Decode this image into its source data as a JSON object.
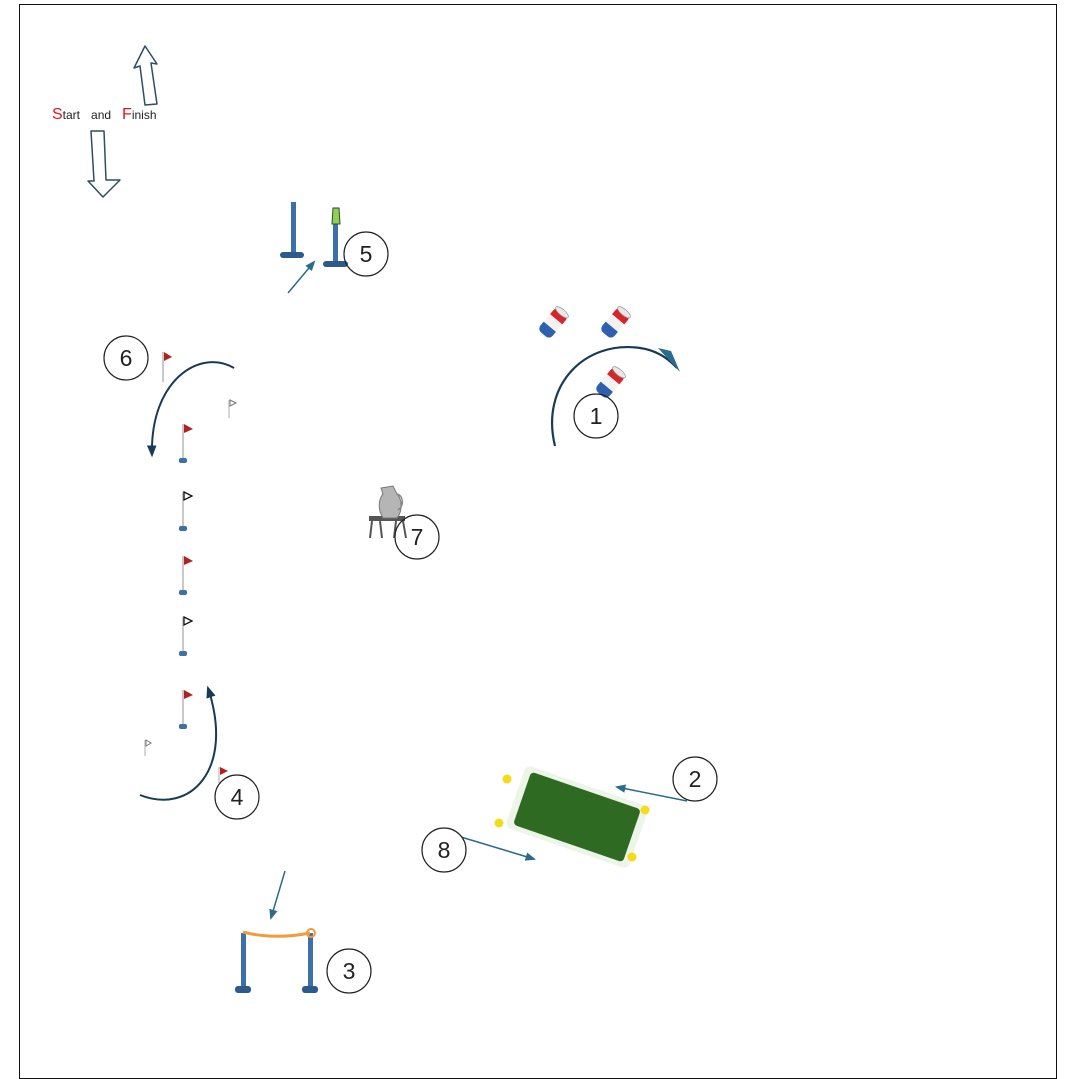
{
  "start_finish": {
    "start_initial": "S",
    "start_rest": "tart",
    "and": "and",
    "finish_initial": "F",
    "finish_rest": "inish"
  },
  "obstacles": [
    {
      "number": "1",
      "item": "barrels"
    },
    {
      "number": "2",
      "item": "green-mat"
    },
    {
      "number": "3",
      "item": "gate-with-rope"
    },
    {
      "number": "4",
      "item": "flag-poles"
    },
    {
      "number": "5",
      "item": "poles"
    },
    {
      "number": "6",
      "item": "flag-poles"
    },
    {
      "number": "7",
      "item": "jug-on-table"
    },
    {
      "number": "8",
      "item": "green-mat"
    }
  ],
  "colors": {
    "accent_red": "#e4141b",
    "pole_blue": "#3d6fa8",
    "arrow_teal": "#2b6b8e",
    "arc_navy": "#183a56",
    "mat_green": "#2f6a23",
    "rope_orange": "#f39b3c",
    "cone_yellow": "#f4dc18"
  }
}
